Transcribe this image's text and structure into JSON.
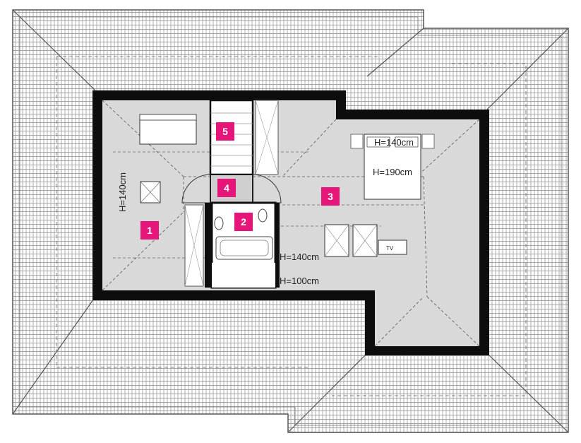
{
  "colors": {
    "badge": "#e5157a",
    "wall": "#0d0d0d",
    "floor": "#d9d9d9",
    "roof_tile": "#8a8a8a",
    "background": "#ffffff"
  },
  "rooms": [
    {
      "number": "1"
    },
    {
      "number": "2"
    },
    {
      "number": "3"
    },
    {
      "number": "4"
    },
    {
      "number": "5"
    }
  ],
  "dimensions": {
    "bed_width": "H=140cm",
    "bed_length": "H=190cm",
    "left_height": "H=140cm",
    "mid_height": "H=140cm",
    "bottom_height": "H=100cm"
  },
  "icons": {
    "tv": "TV"
  }
}
